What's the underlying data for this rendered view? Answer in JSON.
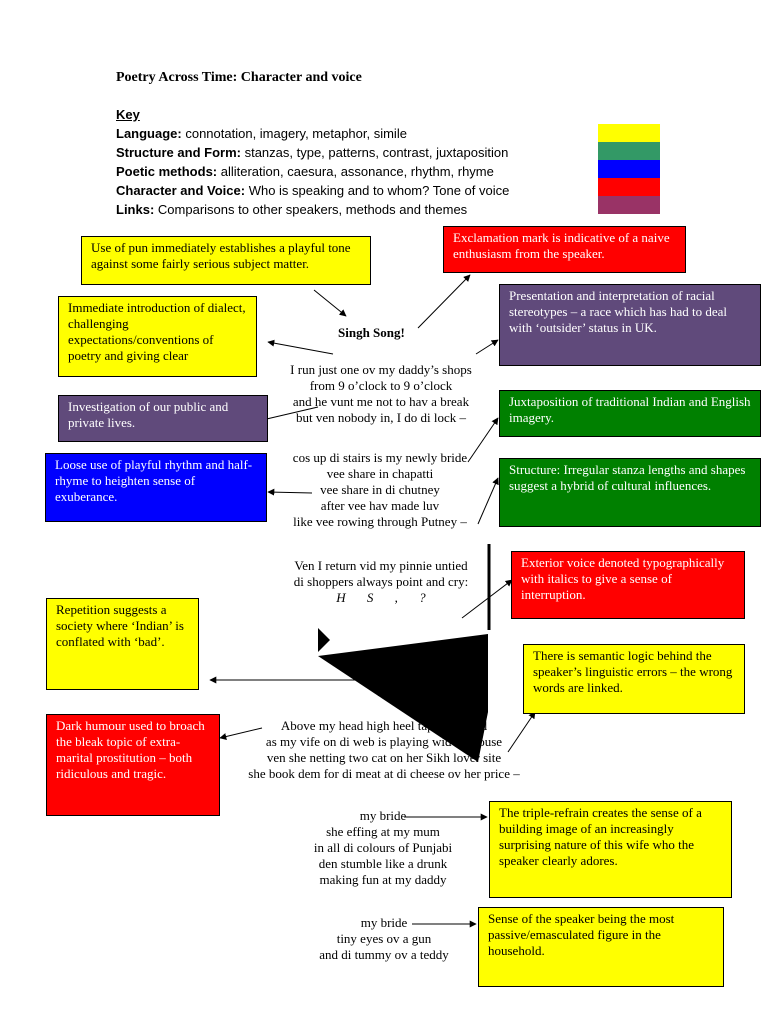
{
  "header": {
    "title": "Poetry Across Time: Character and voice",
    "key_heading": "Key"
  },
  "key": [
    {
      "label": "Language:",
      "text": " connotation, imagery, metaphor, simile",
      "color": "#ffff00"
    },
    {
      "label": "Structure and Form:",
      "text": " stanzas, type, patterns, contrast, juxtaposition",
      "color": "#339966"
    },
    {
      "label": "Poetic methods:",
      "text": " alliteration, caesura, assonance, rhythm, rhyme",
      "color": "#0000ff"
    },
    {
      "label": "Character and Voice:",
      "text": " Who is speaking and to whom? Tone of voice",
      "color": "#ff0000"
    },
    {
      "label": "Links:",
      "text": " Comparisons to other speakers, methods and themes",
      "color": "#993366"
    }
  ],
  "poem": {
    "title": "Singh Song!",
    "stanza1": [
      "I run just one ov my daddy’s shops",
      "from 9 o’clock to 9 o’clock",
      "and he vunt me not to hav a break",
      "but ven nobody in, I do di lock –"
    ],
    "stanza2": [
      "cos up di stairs is my newly bride",
      "vee share in chapatti",
      "vee share in di chutney",
      "after vee hav made luv",
      "like vee rowing through Putney –"
    ],
    "stanza3": [
      "Ven I return vid my pinnie untied",
      "di shoppers always point and cry:",
      "H S , ?"
    ],
    "fragment": "I",
    "stanza4": [
      "Above my head high heel tap di ground",
      "as my vife on di web is playing wid di mouse",
      "ven she netting two cat on her Sikh lover site",
      "she book dem for di meat at di cheese ov her price –"
    ],
    "stanza5": [
      "my bride",
      "she effing at my mum",
      "in all di colours of Punjabi",
      "den stumble like a drunk",
      "making fun at my daddy"
    ],
    "stanza6": [
      "my bride",
      "tiny eyes ov a gun",
      "and di tummy ov a teddy"
    ]
  },
  "annotations": {
    "pun": "Use of pun immediately establishes a playful tone against some fairly serious subject matter.",
    "exclamation": "Exclamation mark is indicative of a naive enthusiasm from the speaker.",
    "dialect": "Immediate introduction of dialect, challenging expectations/conventions of poetry and giving clear",
    "stereotypes": "Presentation and interpretation of racial stereotypes – a race which has had to deal with ‘outsider’ status in UK.",
    "public_private": "Investigation of our public and private lives.",
    "juxtaposition": "Juxtaposition of traditional Indian and English imagery.",
    "rhythm": "Loose use of playful rhythm and half-rhyme to heighten sense of exuberance.",
    "structure": "Structure: Irregular stanza lengths and shapes suggest a hybrid of cultural influences.",
    "exterior_voice": "Exterior voice denoted typographically with italics to give a sense of interruption.",
    "repetition": "Repetition suggests a society where ‘Indian’ is conflated with ‘bad’.",
    "semantic": "There is semantic logic behind the speaker’s linguistic errors – the wrong words are linked.",
    "dark_humour": "Dark humour used to broach the bleak topic of extra-marital prostitution – both ridiculous and tragic.",
    "triple_refrain": "The triple-refrain creates the sense of a building image of an increasingly surprising nature of this wife who the speaker clearly adores.",
    "passive": "Sense of the speaker being the most passive/emasculated figure in the household."
  }
}
